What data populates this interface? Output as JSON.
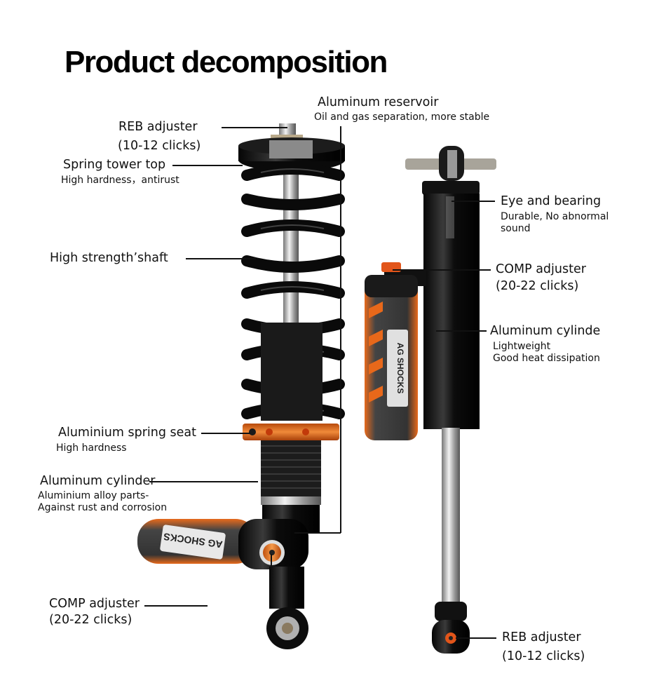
{
  "title": "Product decomposition",
  "colors": {
    "accent_orange": "#e8681a",
    "body_black": "#111111",
    "chrome": "#c8c8c8",
    "background": "#ffffff"
  },
  "left_shock": {
    "callouts": [
      {
        "id": "reb-adjuster",
        "title": "REB adjuster",
        "detail": "(10-12 clicks)"
      },
      {
        "id": "spring-tower-top",
        "title": "Spring tower top",
        "detail": "High hardness，antirust"
      },
      {
        "id": "high-strength-shaft",
        "title": "High strength’shaft"
      },
      {
        "id": "aluminium-spring-seat",
        "title": "Aluminium spring seat",
        "detail": "High hardness"
      },
      {
        "id": "aluminum-cylinder",
        "title": "Aluminum cylinder",
        "detail_lines": [
          "Aluminium alloy parts-",
          "Against rust and corrosion"
        ]
      },
      {
        "id": "comp-adjuster",
        "title": "COMP adjuster",
        "detail": "(20-22 clicks)"
      }
    ],
    "reservoir_label": {
      "title": "Aluminum reservoir",
      "detail": "Oil and gas separation, more stable"
    }
  },
  "right_shock": {
    "callouts": [
      {
        "id": "eye-and-bearing",
        "title": "Eye and bearing",
        "detail_lines": [
          "Durable, No abnormal",
          "sound"
        ]
      },
      {
        "id": "comp-adjuster",
        "title": "COMP adjuster",
        "detail": "(20-22 clicks)"
      },
      {
        "id": "aluminum-cylinde",
        "title": "Aluminum cylinde",
        "detail_lines": [
          "Lightweight",
          "Good heat dissipation"
        ]
      },
      {
        "id": "reb-adjuster",
        "title": "REB adjuster",
        "detail": "(10-12 clicks)"
      }
    ]
  },
  "brand_label": "AG SHOCKS"
}
